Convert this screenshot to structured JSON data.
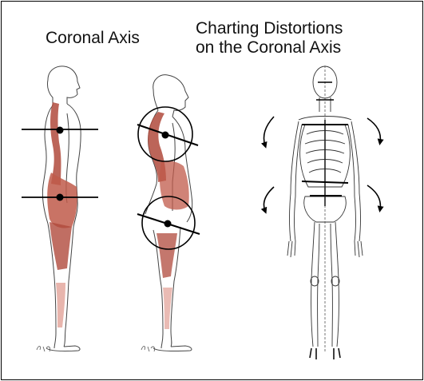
{
  "panels": {
    "left_title": "Coronal Axis",
    "right_title_line1": "Charting Distortions",
    "right_title_line2": "on the Coronal Axis"
  },
  "colors": {
    "muscle": "#b04a3c",
    "muscle_light": "#d98476",
    "ink": "#1a1a1a",
    "sketch": "#444444",
    "background": "#ffffff",
    "border": "#000000"
  },
  "icons": {
    "rotation_arrow": "curved-arrow-icon"
  }
}
